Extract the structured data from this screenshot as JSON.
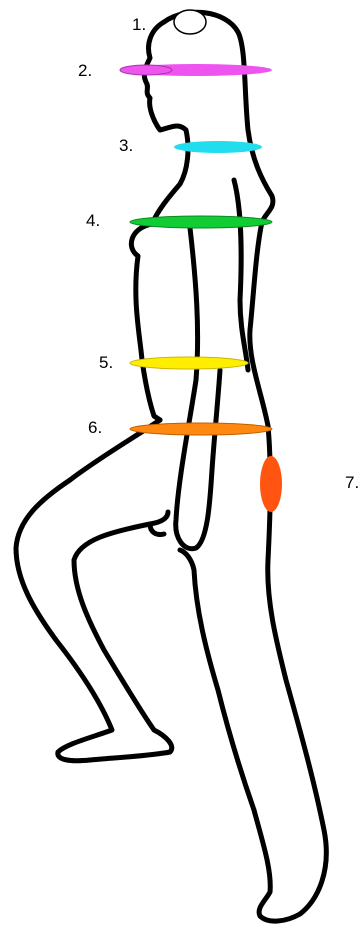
{
  "diagram": {
    "markers": [
      {
        "label": "1.",
        "color": "#ffffff",
        "shape": "dome"
      },
      {
        "label": "2.",
        "color": "#ee55ee",
        "shape": "band"
      },
      {
        "label": "3.",
        "color": "#22ddee",
        "shape": "band"
      },
      {
        "label": "4.",
        "color": "#11cc33",
        "shape": "band"
      },
      {
        "label": "5.",
        "color": "#ffee00",
        "shape": "band"
      },
      {
        "label": "6.",
        "color": "#ff8811",
        "shape": "band"
      },
      {
        "label": "7.",
        "color": "#ff5511",
        "shape": "spot"
      }
    ]
  }
}
